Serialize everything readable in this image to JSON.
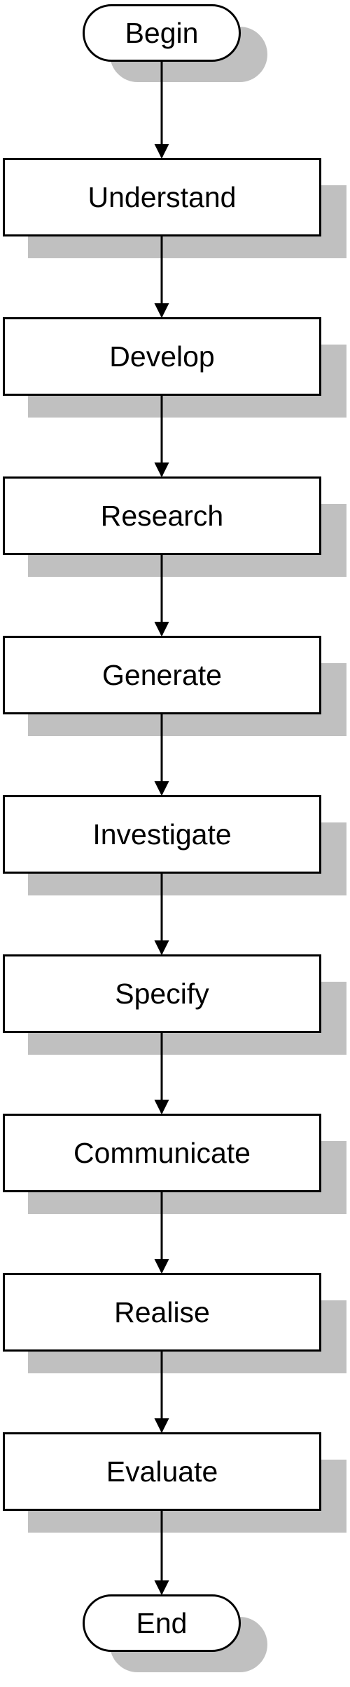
{
  "flowchart": {
    "start": {
      "label": "Begin"
    },
    "steps": [
      {
        "label": "Understand"
      },
      {
        "label": "Develop"
      },
      {
        "label": "Research"
      },
      {
        "label": "Generate"
      },
      {
        "label": "Investigate"
      },
      {
        "label": "Specify"
      },
      {
        "label": "Communicate"
      },
      {
        "label": "Realise"
      },
      {
        "label": "Evaluate"
      }
    ],
    "end": {
      "label": "End"
    }
  },
  "colors": {
    "shadow": "#c0c0c0",
    "border": "#000000",
    "fill": "#ffffff"
  }
}
